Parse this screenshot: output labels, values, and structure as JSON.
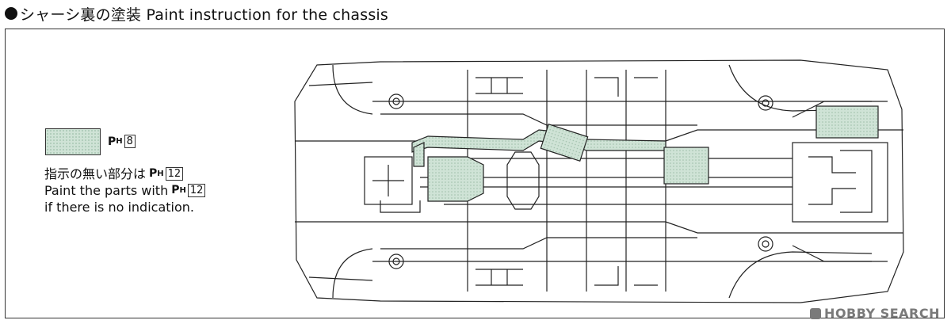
{
  "header": {
    "title": "シャーシ裏の塗装  Paint instruction for the chassis"
  },
  "legend": {
    "swatch_color": "#cfe3d6",
    "code_letter": "P",
    "code_sub": "H",
    "code_number": "8"
  },
  "note": {
    "line1": "指示の無い部分は",
    "line2": "Paint the parts with",
    "line3": "if there is no indication.",
    "code_letter": "P",
    "code_sub": "H",
    "code_number": "12"
  },
  "diagram": {
    "icon": "car-chassis-underside",
    "highlight_color": "#cfe3d6"
  },
  "watermark": {
    "text": "HOBBY SEARCH",
    "color": "#7a7a7a"
  }
}
